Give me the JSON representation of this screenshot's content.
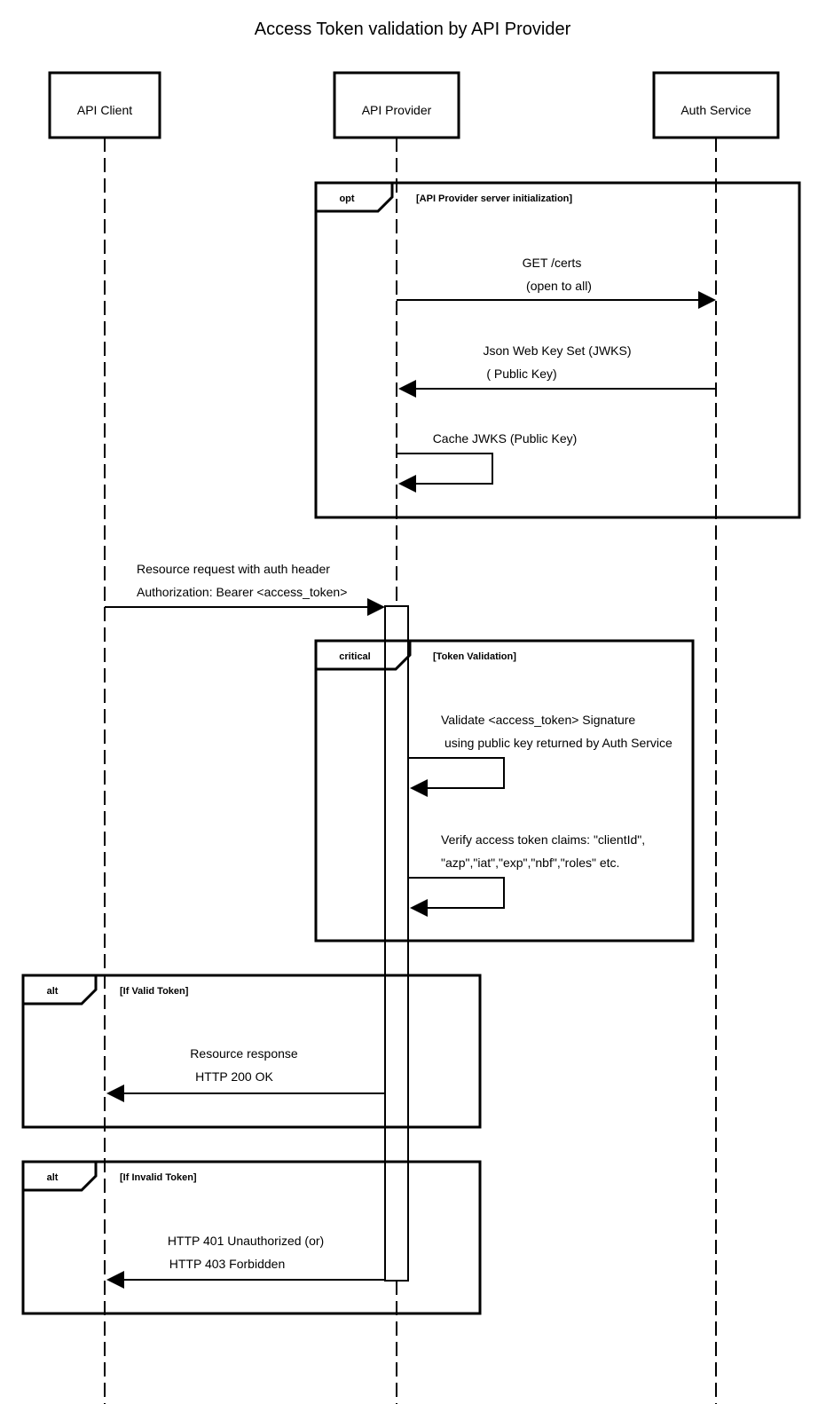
{
  "title": "Access Token validation by API Provider",
  "actors": {
    "client": "API Client",
    "provider": "API Provider",
    "auth": "Auth Service"
  },
  "fragments": {
    "init": {
      "operator": "opt",
      "guard": "[API Provider server initialization]"
    },
    "validation": {
      "operator": "critical",
      "guard": "[Token Validation]"
    },
    "valid": {
      "operator": "alt",
      "guard": "[If Valid Token]"
    },
    "invalid": {
      "operator": "alt",
      "guard": "[If Invalid Token]"
    }
  },
  "messages": {
    "get_certs": {
      "line1": "GET /certs",
      "line2": "(open to all)"
    },
    "jwks": {
      "line1": "Json Web Key Set (JWKS)",
      "line2": "( Public Key)"
    },
    "cache": {
      "line1": "Cache JWKS (Public Key)"
    },
    "resource_request": {
      "line1": "Resource request with auth header",
      "line2": "Authorization: Bearer <access_token>"
    },
    "validate_signature": {
      "line1": "Validate <access_token> Signature",
      "line2": "using public key returned by Auth Service"
    },
    "verify_claims": {
      "line1": "Verify access token claims: \"clientId\",",
      "line2": "\"azp\",\"iat\",\"exp\",\"nbf\",\"roles\" etc."
    },
    "resource_response": {
      "line1": "Resource response",
      "line2": "HTTP 200 OK"
    },
    "error_response": {
      "line1": "HTTP 401 Unauthorized (or)",
      "line2": "HTTP 403 Forbidden"
    }
  },
  "colors": {
    "stroke": "#000000",
    "background": "#ffffff"
  }
}
